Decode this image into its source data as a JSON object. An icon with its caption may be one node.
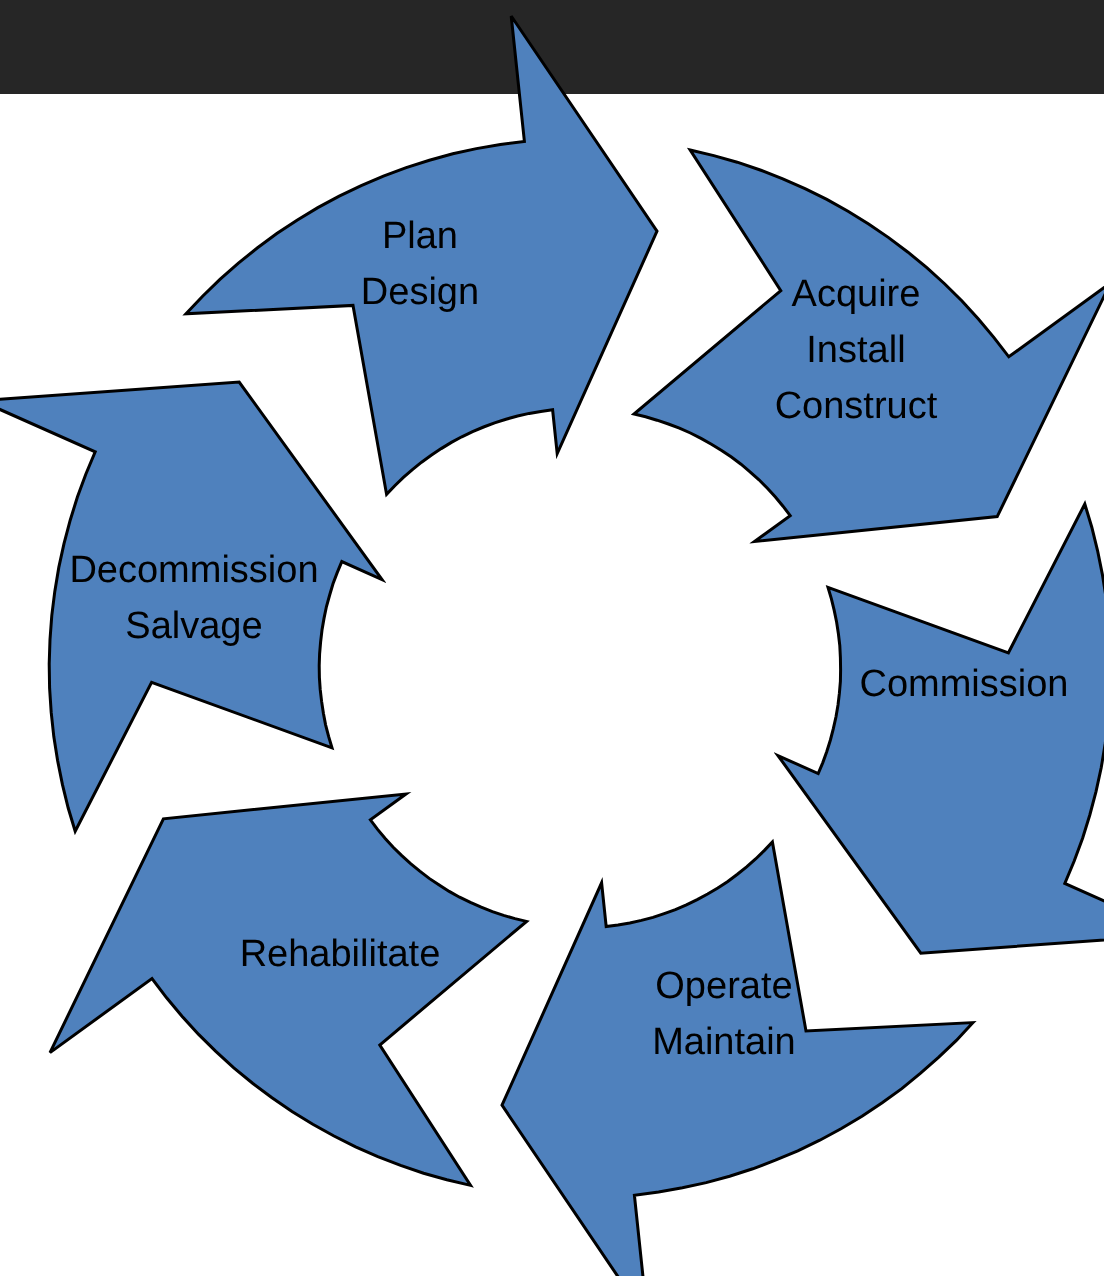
{
  "diagram": {
    "nodes": [
      {
        "text": [
          "Plan Design"
        ]
      },
      {
        "text": [
          "Acquire Install Construct"
        ]
      },
      {
        "text": [
          "Commission"
        ]
      },
      {
        "text": [
          "Operate Maintain"
        ]
      },
      {
        "text": [
          "Rehabilitate"
        ]
      },
      {
        "text": [
          "Decommission Salvage"
        ]
      }
    ]
  }
}
